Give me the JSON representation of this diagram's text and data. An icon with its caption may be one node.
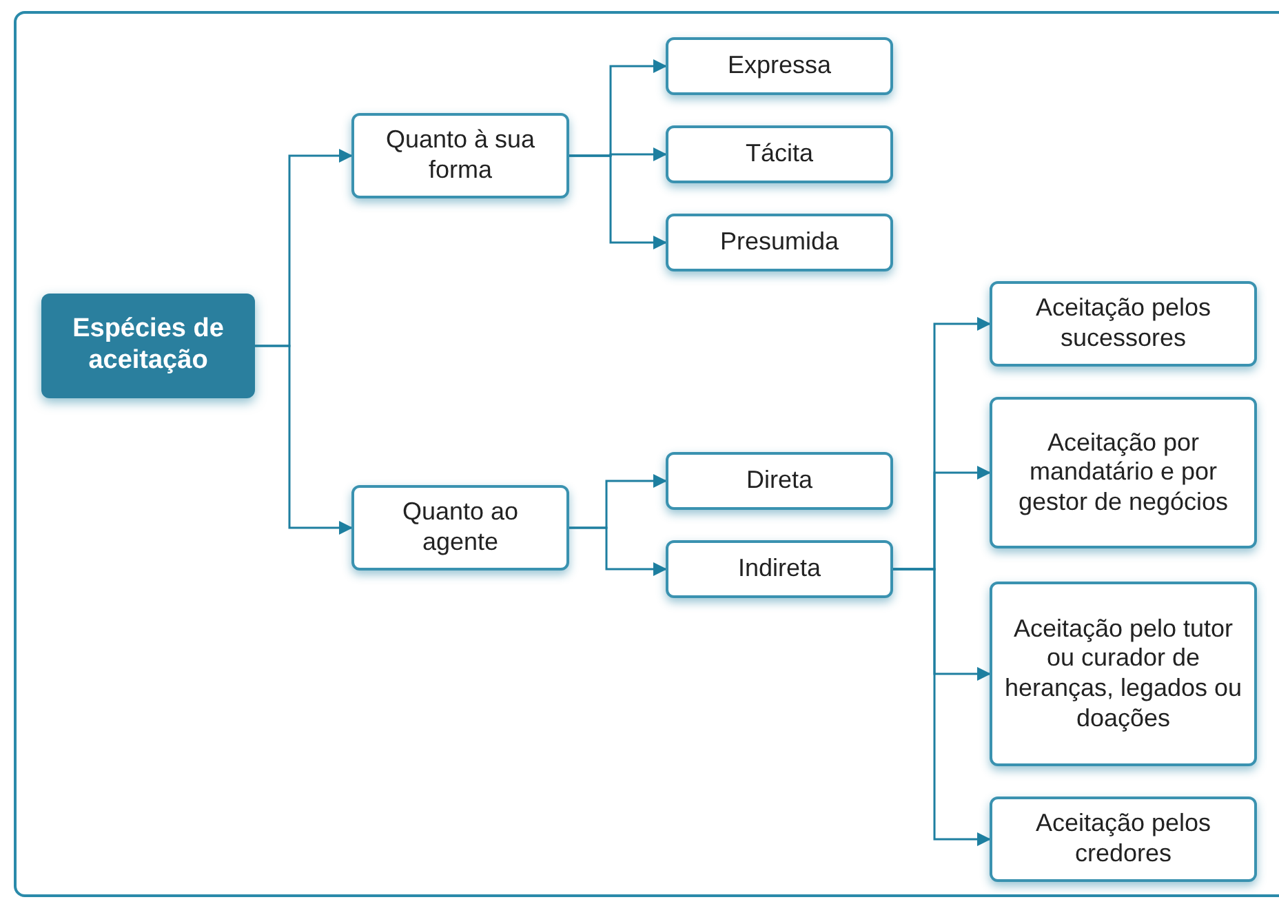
{
  "diagram": {
    "nodes": [
      {
        "text": [
          "Espécies de aceitação"
        ]
      },
      {
        "text": [
          "Quanto à sua forma"
        ]
      },
      {
        "text": [
          "Expressa"
        ]
      },
      {
        "text": [
          "Tácita"
        ]
      },
      {
        "text": [
          "Presumida"
        ]
      },
      {
        "text": [
          "Quanto ao agente"
        ]
      },
      {
        "text": [
          "Direta"
        ]
      },
      {
        "text": [
          "Indireta"
        ]
      },
      {
        "text": [
          "Aceitação pelos sucessores"
        ]
      },
      {
        "text": [
          "Aceitação por mandatário e por gestor de negócios"
        ]
      },
      {
        "text": [
          "Aceitação pelo tutor ou curador de heranças, legados ou doações"
        ]
      },
      {
        "text": [
          "Aceitação pelos credores"
        ]
      }
    ],
    "edges": [
      {
        "from": 0,
        "to": 1,
        "arrow": "to"
      },
      {
        "from": 0,
        "to": 5,
        "arrow": "to"
      },
      {
        "from": 1,
        "to": 2,
        "arrow": "to"
      },
      {
        "from": 1,
        "to": 3,
        "arrow": "to"
      },
      {
        "from": 1,
        "to": 4,
        "arrow": "to"
      },
      {
        "from": 5,
        "to": 6,
        "arrow": "to"
      },
      {
        "from": 5,
        "to": 7,
        "arrow": "to"
      },
      {
        "from": 7,
        "to": 8,
        "arrow": "to"
      },
      {
        "from": 7,
        "to": 9,
        "arrow": "to"
      },
      {
        "from": 7,
        "to": 10,
        "arrow": "to"
      },
      {
        "from": 7,
        "to": 11,
        "arrow": "to"
      }
    ]
  }
}
